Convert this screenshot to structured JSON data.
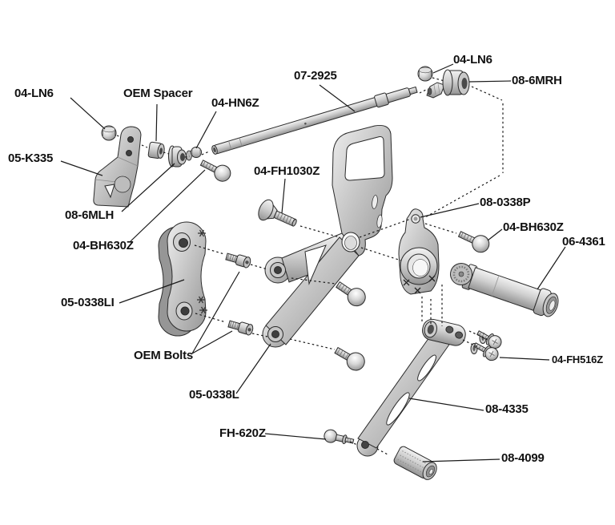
{
  "diagram": {
    "kind": "exploded parts diagram",
    "colors": {
      "background": "#ffffff",
      "line": "#1a1a1a",
      "part_light": "#f0f0f0",
      "part_mid": "#c6c6c6",
      "part_dark": "#8f8f8f"
    }
  },
  "labels": [
    {
      "id": "ln6-top-left",
      "text": "04-LN6"
    },
    {
      "id": "oem-spacer",
      "text": "OEM Spacer"
    },
    {
      "id": "hn6z",
      "text": "04-HN6Z"
    },
    {
      "id": "rod-2925",
      "text": "07-2925"
    },
    {
      "id": "ln6-top-right",
      "text": "04-LN6"
    },
    {
      "id": "mrh-6",
      "text": "08-6MRH"
    },
    {
      "id": "k335",
      "text": "05-K335"
    },
    {
      "id": "mlh-6",
      "text": "08-6MLH"
    },
    {
      "id": "bh630z-left",
      "text": "04-BH630Z"
    },
    {
      "id": "fh1030z",
      "text": "04-FH1030Z"
    },
    {
      "id": "0338p",
      "text": "08-0338P"
    },
    {
      "id": "bh630z-right",
      "text": "04-BH630Z"
    },
    {
      "id": "peg-4361",
      "text": "06-4361"
    },
    {
      "id": "0338li",
      "text": "05-0338LI"
    },
    {
      "id": "oem-bolts",
      "text": "OEM Bolts"
    },
    {
      "id": "0338l",
      "text": "05-0338L"
    },
    {
      "id": "fh516z",
      "text": "04-FH516Z"
    },
    {
      "id": "lever-4335",
      "text": "08-4335"
    },
    {
      "id": "fh620z",
      "text": "FH-620Z"
    },
    {
      "id": "toepeg-4099",
      "text": "08-4099"
    }
  ]
}
